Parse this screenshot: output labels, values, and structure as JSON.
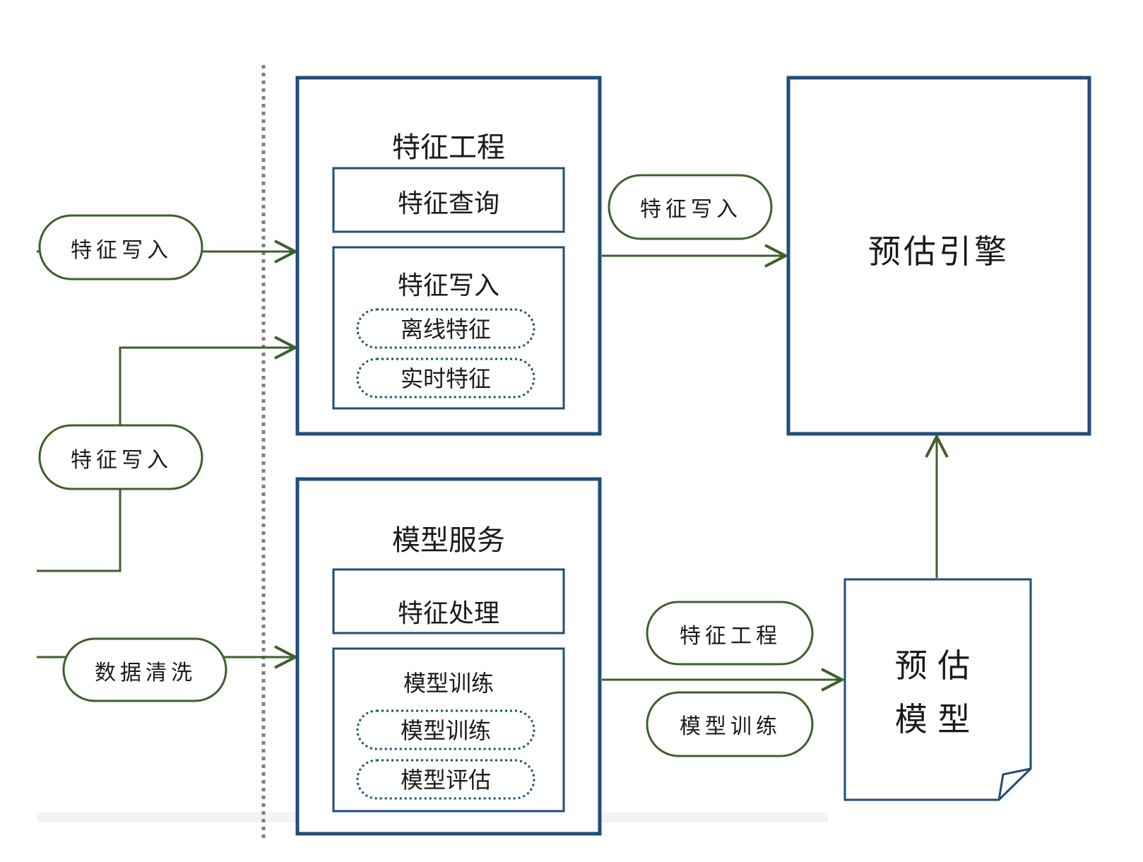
{
  "colors": {
    "box_stroke": "#1f4e79",
    "arrow_green": "#3f5f2a",
    "pill_stroke": "#3f5f2a",
    "divider": "#7f7f7f"
  },
  "feature_engineering": {
    "title": "特征工程",
    "query_label": "特征查询",
    "write_label": "特征写入",
    "offline_label": "离线特征",
    "realtime_label": "实时特征"
  },
  "model_service": {
    "title": "模型服务",
    "processing_label": "特征处理",
    "training_label": "模型训练",
    "train_sub_label": "模型训练",
    "eval_label": "模型评估"
  },
  "prediction_engine": {
    "title": "预估引擎"
  },
  "prediction_model": {
    "line1": "预 估",
    "line2": "模 型"
  },
  "edges": {
    "left_write_top": "特征写入",
    "left_write_mid": "特征写入",
    "left_clean": "数据清洗",
    "to_engine_write": "特征写入",
    "to_model_eng": "特征工程",
    "to_model_train": "模型训练"
  }
}
